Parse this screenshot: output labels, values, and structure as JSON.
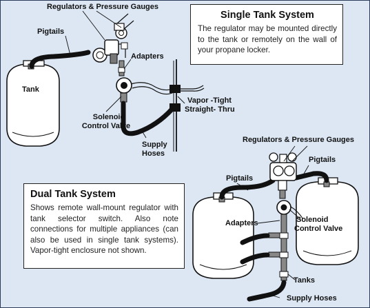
{
  "single_box": {
    "title": "Single Tank System",
    "body": "The regulator may be mounted directly to the tank or remotely on the wall of your propane locker."
  },
  "dual_box": {
    "title": "Dual Tank System",
    "body": "Shows remote wall-mount regulator with tank selector switch. Also note connections for multiple appliances (can also be used in single tank systems). Vapor-tight enclosure not shown."
  },
  "labels": {
    "regs_top": "Regulators & Pressure Gauges",
    "pigtails_top": "Pigtails",
    "tank": "Tank",
    "adapters_top": "Adapters",
    "vapor_1": "Vapor -Tight",
    "vapor_2": "Straight- Thru",
    "solenoid_top_1": "Solenoid",
    "solenoid_top_2": "Control Valve",
    "supply_top_1": "Supply",
    "supply_top_2": "Hoses",
    "regs_bottom": "Regulators & Pressure Gauges",
    "pigtails_bottom_left": "Pigtails",
    "pigtails_bottom_right": "Pigtails",
    "adapters_bottom": "Adapters",
    "solenoid_bottom_1": "Solenoid",
    "solenoid_bottom_2": "Control Valve",
    "tanks": "Tanks",
    "supply_bottom": "Supply Hoses"
  },
  "colors": {
    "background": "#dce7f3",
    "hose": "#111111",
    "tank_fill": "#ffffff",
    "box_fill": "#ffffff"
  }
}
